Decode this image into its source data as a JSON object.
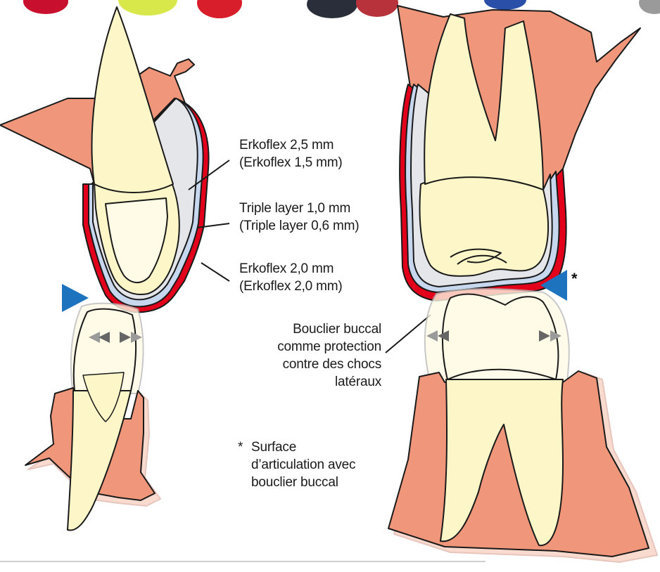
{
  "labels": {
    "layer_top_1": "Erkoflex 2,5 mm",
    "layer_top_2": "(Erkoflex 1,5 mm)",
    "layer_mid_1": "Triple layer 1,0 mm",
    "layer_mid_2": "(Triple layer 0,6 mm)",
    "layer_bot_1": "Erkoflex 2,0 mm",
    "layer_bot_2": "(Erkoflex 2,0 mm)",
    "shield_1": "Bouclier buccal",
    "shield_2": "comme protection",
    "shield_3": "contre des chocs",
    "shield_4": "latéraux",
    "note_mark": "*",
    "note_1": "Surface",
    "note_2": "d’articulation avec",
    "note_3": "bouclier buccal",
    "asterisk": "*"
  },
  "colors": {
    "gum": "#f0967a",
    "tooth": "#fdf6c8",
    "tooth_light": "#fffbe6",
    "red_layer": "#e2001a",
    "grey_layer": "#e4e6ea",
    "blue_layer": "#c7d8ee",
    "marker_blue": "#1e73be",
    "arrow_grey": "#888888"
  },
  "sample_colors": [
    "#c8102e",
    "#d8e84a",
    "#d81e2a",
    "#2a2d3a",
    "#b8323c",
    "#2a4fa8",
    "#9a9a9a"
  ]
}
